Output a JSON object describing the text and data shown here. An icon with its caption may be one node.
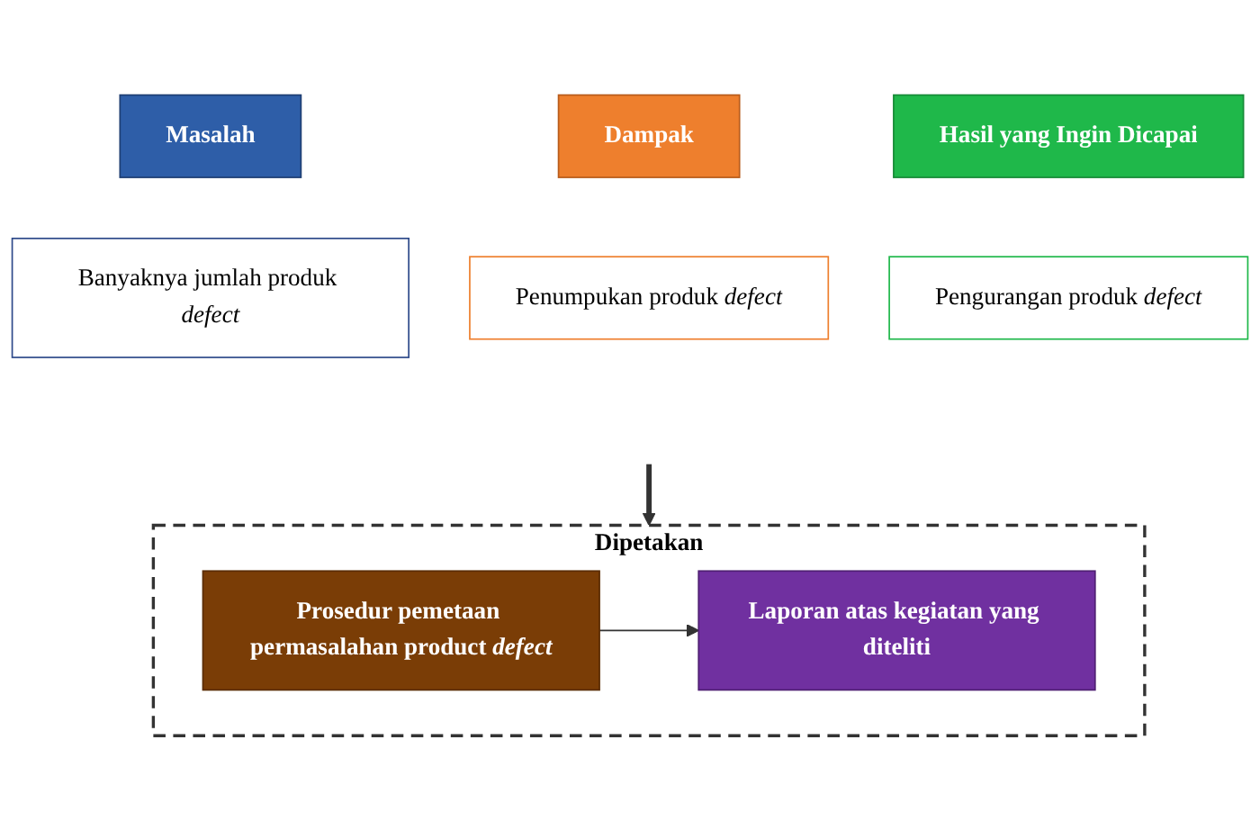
{
  "diagram": {
    "nodes": [
      {
        "text": [
          "Masalah"
        ]
      },
      {
        "text": [
          "Dampak"
        ]
      },
      {
        "text": [
          "Hasil yang Ingin Dicapai"
        ]
      },
      {
        "text": [
          "Banyaknya jumlah produk *defect*"
        ]
      },
      {
        "text": [
          "Penumpukan produk *defect*"
        ]
      },
      {
        "text": [
          "Pengurangan produk *defect*"
        ]
      },
      {
        "text": [
          "Dipetakan"
        ]
      },
      {
        "text": [
          "Prosedur pemetaan permasalahan product *defect*"
        ],
        "in": 6
      },
      {
        "text": [
          "Laporan atas kegiatan yang diteliti"
        ],
        "in": 6
      }
    ],
    "edges": [
      {
        "from": 7,
        "to": 8,
        "arrow": "to"
      },
      {
        "from": null,
        "to": 6,
        "arrow": "to",
        "style": "thick"
      }
    ]
  }
}
